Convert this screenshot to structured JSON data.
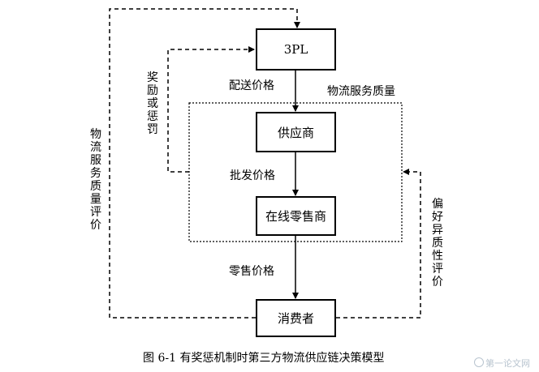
{
  "nodes": {
    "tpl": "3PL",
    "supplier": "供应商",
    "retailer": "在线零售商",
    "consumer": "消费者"
  },
  "edges": {
    "delivery_price": "配送价格",
    "wholesale_price": "批发价格",
    "retail_price": "零售价格"
  },
  "feedback": {
    "reward_penalty": "奖励或惩罚",
    "service_quality": "物流服务质量",
    "quality_evaluation": "物流服务质量评价",
    "preference_heterogeneity_evaluation": "偏好异质性评价"
  },
  "caption": "图 6-1  有奖惩机制时第三方物流供应链决策模型",
  "watermark": "第一论文网"
}
